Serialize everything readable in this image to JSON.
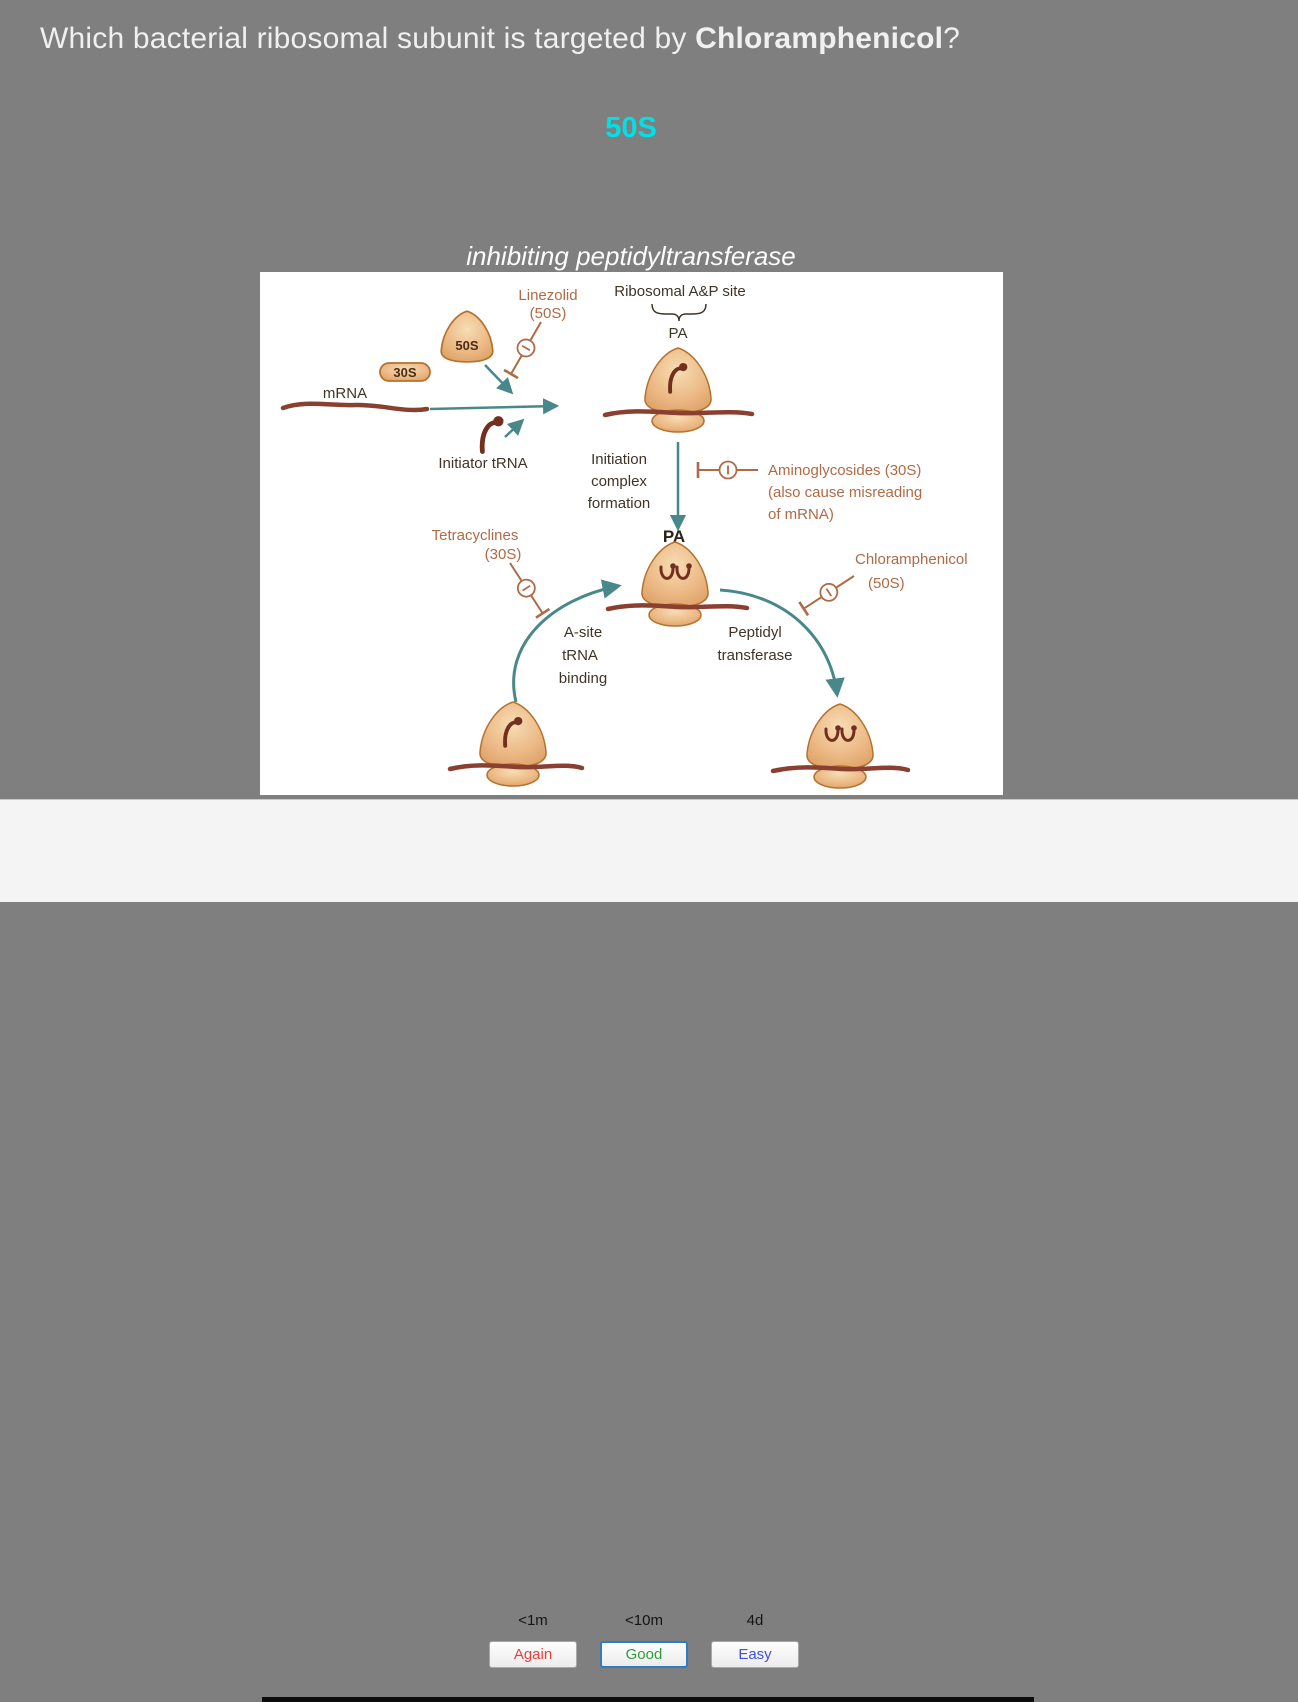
{
  "question": {
    "prefix": "Which bacterial ribosomal subunit is targeted by ",
    "emphasis": "Chloramphenicol",
    "suffix": "?"
  },
  "answer": {
    "text": "50S",
    "color": "#00e0e6",
    "note": "inhibiting peptidyltransferase"
  },
  "diagram": {
    "mrna_label": "mRNA",
    "s30_label": "30S",
    "s50_label": "50S",
    "linezolid": [
      "Linezolid",
      "(50S)"
    ],
    "ribosomal_ap_site": "Ribosomal A&P site",
    "pa_top": "PA",
    "initiator_trna": "Initiator tRNA",
    "initiation_complex": [
      "Initiation",
      "complex",
      "formation"
    ],
    "aminoglycosides": [
      "Aminoglycosides (30S)",
      "(also cause misreading",
      "of mRNA)"
    ],
    "pa_mid": "PA",
    "tetracyclines": [
      "Tetracyclines",
      "(30S)"
    ],
    "chloramphenicol": [
      "Chloramphenicol",
      "(50S)"
    ],
    "a_site": [
      "A-site",
      "tRNA",
      "binding"
    ],
    "peptidyl_transferase": [
      "Peptidyl",
      "transferase"
    ],
    "colors": {
      "antibiotic_label": "#b06a45",
      "arrow_teal": "#48888a",
      "mrna_line": "#8a4030",
      "ribosome_fill": "#ecb985",
      "trna": "#722f1e"
    }
  },
  "answer_bar": {
    "times": [
      "<1m",
      "<10m",
      "4d"
    ],
    "buttons": [
      {
        "label": "Again",
        "text_color": "#e8413c",
        "focused": false
      },
      {
        "label": "Good",
        "text_color": "#2e9e3e",
        "focused": true
      },
      {
        "label": "Easy",
        "text_color": "#3f51d9",
        "focused": false
      }
    ]
  }
}
